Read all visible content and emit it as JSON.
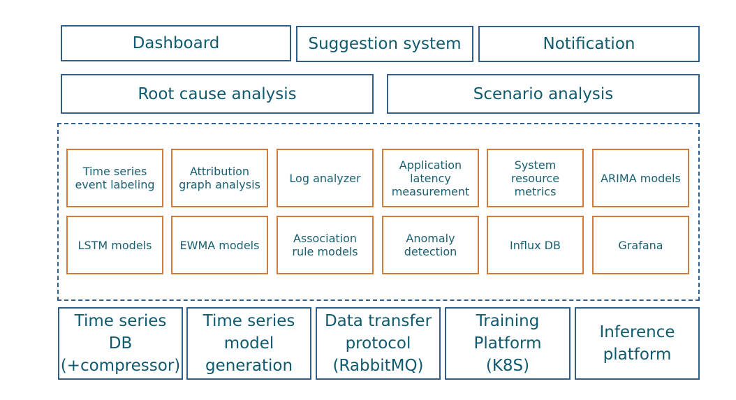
{
  "top_row": [
    "Dashboard",
    "Suggestion system",
    "Notification"
  ],
  "second_row": [
    "Root cause analysis",
    "Scenario analysis"
  ],
  "modules_row1": [
    "Time series\nevent labeling",
    "Attribution\ngraph analysis",
    "Log analyzer",
    "Application\nlatency\nmeasurement",
    "System\nresource\nmetrics",
    "ARIMA models"
  ],
  "modules_row2": [
    "LSTM models",
    "EWMA models",
    "Association\nrule models",
    "Anomaly\ndetection",
    "Influx DB",
    "Grafana"
  ],
  "bottom_row": [
    "Time series\nDB\n(+compressor)",
    "Time series\nmodel\ngeneration",
    "Data transfer\nprotocol\n(RabbitMQ)",
    "Training\nPlatform\n(K8S)",
    "Inference\nplatform"
  ]
}
